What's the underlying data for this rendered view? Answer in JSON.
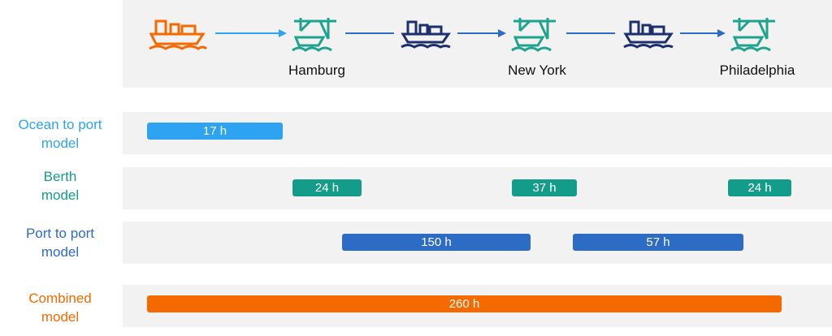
{
  "colors": {
    "ocean": "#2ea3f2",
    "berth": "#149c8a",
    "port": "#2d6cc4",
    "combined": "#f56a00",
    "ship_first": "#f56a00",
    "ship_dark": "#1e2f6e",
    "crane": "#1fa38e"
  },
  "icons": {
    "ship_origin": "cargo-ship-icon",
    "ship_leg": "cargo-ship-icon",
    "port": "port-crane-icon"
  },
  "cities": [
    "Hamburg",
    "New York",
    "Philadelphia"
  ],
  "rows": [
    {
      "label_line1": "Ocean to port",
      "label_line2": "model",
      "color": "#2ea3f2",
      "bars": [
        {
          "label": "17 h",
          "value_hours": 17
        }
      ]
    },
    {
      "label_line1": "Berth",
      "label_line2": "model",
      "color": "#149c8a",
      "bars": [
        {
          "label": "24 h",
          "value_hours": 24
        },
        {
          "label": "37 h",
          "value_hours": 37
        },
        {
          "label": "24 h",
          "value_hours": 24
        }
      ]
    },
    {
      "label_line1": "Port to port",
      "label_line2": "model",
      "color": "#2d6cc4",
      "bars": [
        {
          "label": "150 h",
          "value_hours": 150
        },
        {
          "label": "57 h",
          "value_hours": 57
        }
      ]
    },
    {
      "label_line1": "Combined",
      "label_line2": "model",
      "color": "#f56a00",
      "bars": [
        {
          "label": "260 h",
          "value_hours": 260
        }
      ]
    }
  ]
}
